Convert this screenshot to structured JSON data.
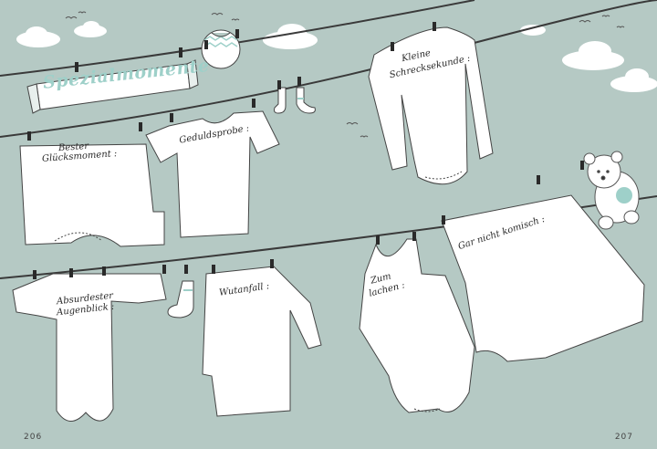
{
  "banner": {
    "title": "Spezialmomente"
  },
  "labels": {
    "bester": "Bester",
    "gluecksmoment": "Glücksmoment :",
    "geduldsprobe": "Geduldsprobe :",
    "kleine": "Kleine",
    "schrecksekunde": "Schrecksekunde :",
    "absurdester": "Absurdester",
    "augenblick": "Augenblick :",
    "wutanfall": "Wutanfall :",
    "zum": "Zum",
    "lachen": "lachen :",
    "gar_nicht_komisch": "Gar nicht komisch :"
  },
  "page_numbers": {
    "left": "206",
    "right": "207"
  },
  "colors": {
    "background": "#b5c9c4",
    "accent": "#9ed0c9",
    "line": "#3a3a3a",
    "clothing": "#ffffff"
  }
}
